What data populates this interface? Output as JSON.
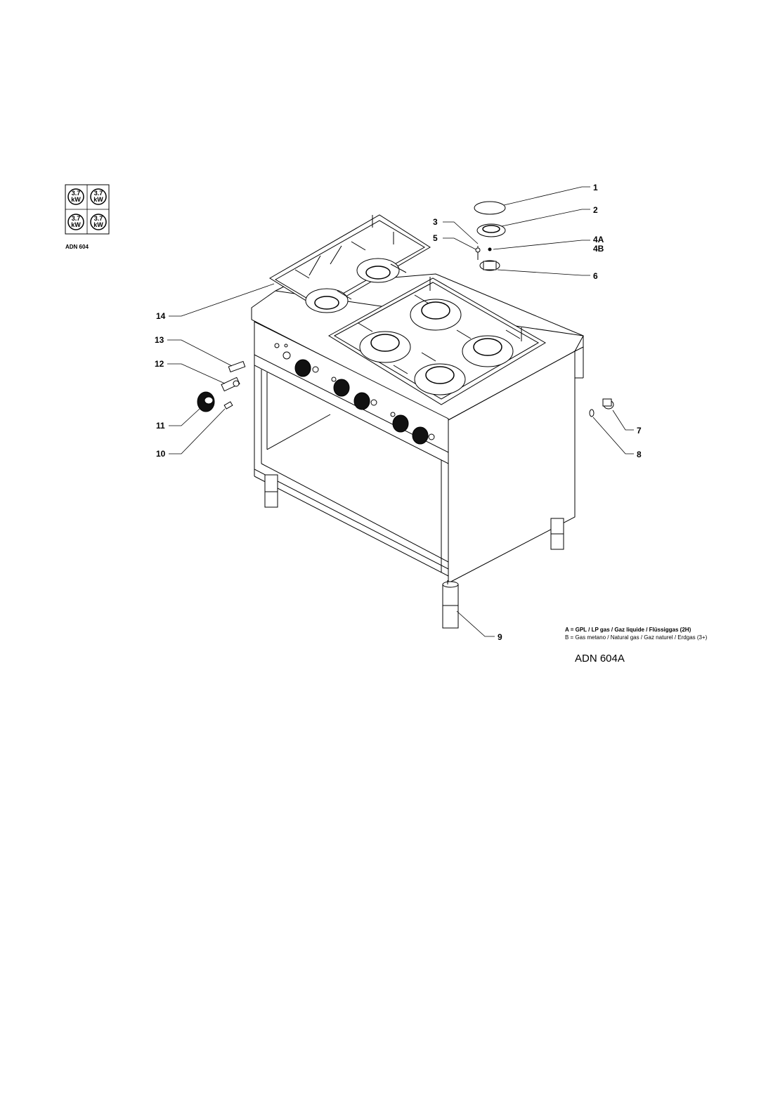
{
  "burner_layout": {
    "burners": [
      {
        "value": "3.7",
        "unit": "kW"
      },
      {
        "value": "3.7",
        "unit": "kW"
      },
      {
        "value": "3.7",
        "unit": "kW"
      },
      {
        "value": "3.7",
        "unit": "kW"
      }
    ],
    "model": "ADN 604"
  },
  "callouts": [
    "1",
    "2",
    "3",
    "4A",
    "4B",
    "5",
    "6",
    "7",
    "8",
    "9",
    "10",
    "11",
    "12",
    "13",
    "14"
  ],
  "legend": {
    "a": "A = GPL / LP gas / Gaz liquide / Flüssiggas (2H)",
    "b": "B = Gas metano / Natural gas / Gaz naturel / Erdgas (3+)"
  },
  "model_title": "ADN 604A"
}
